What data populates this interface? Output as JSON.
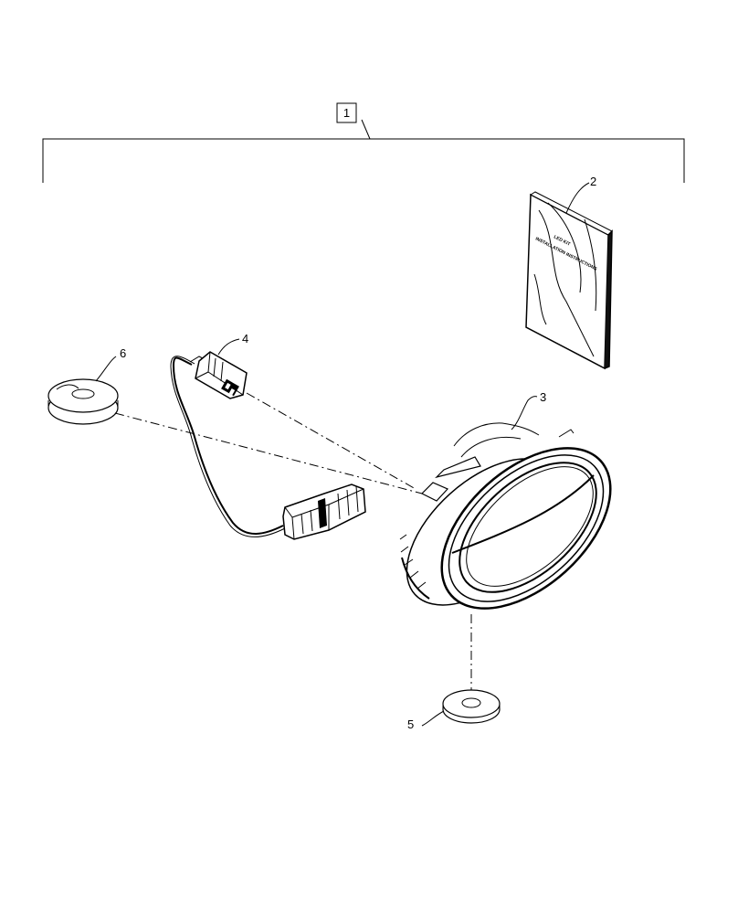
{
  "callouts": {
    "kit": "1",
    "instructions": "2",
    "light": "3",
    "harness": "4",
    "washer": "5",
    "grommet": "6"
  },
  "booklet": {
    "line1": "LED KIT",
    "line2": "INSTALLATION INSTRUCTIONS"
  }
}
